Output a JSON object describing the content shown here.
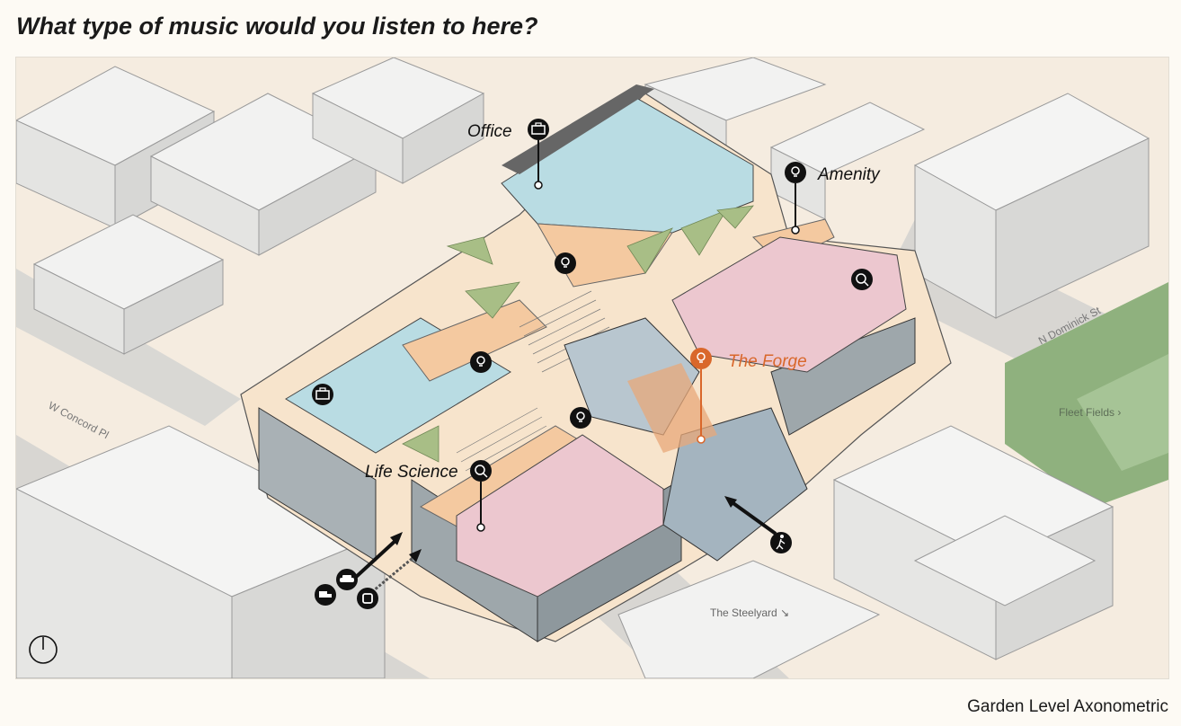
{
  "page": {
    "title": "What type of music would you listen to here?",
    "caption": "Garden Level Axonometric"
  },
  "labels": {
    "office": "Office",
    "amenity": "Amenity",
    "the_forge": "The Forge",
    "life_science": "Life Science"
  },
  "streets": {
    "w_concord": "W Concord Pl",
    "n_dominick": "N Dominick St",
    "fleet_fields": "Fleet Fields",
    "steelyard": "The Steelyard"
  },
  "icons": {
    "office": "briefcase-icon",
    "amenity": "lightbulb-icon",
    "life_science": "flask-icon",
    "pedestrian": "walking-person-icon",
    "car": "car-icon",
    "delivery": "delivery-truck-icon",
    "rideshare": "rideshare-icon",
    "north": "north-arrow-icon"
  },
  "colors": {
    "office_zone": "#b9dce3",
    "amenity_zone": "#f4c9a0",
    "life_science_zone": "#ecc7cf",
    "forge_accent": "#d9672b",
    "context_buildings": "#ecebe9",
    "ground": "#f5ece0",
    "green_space": "#8fb17e",
    "road": "#d8d6d2"
  }
}
